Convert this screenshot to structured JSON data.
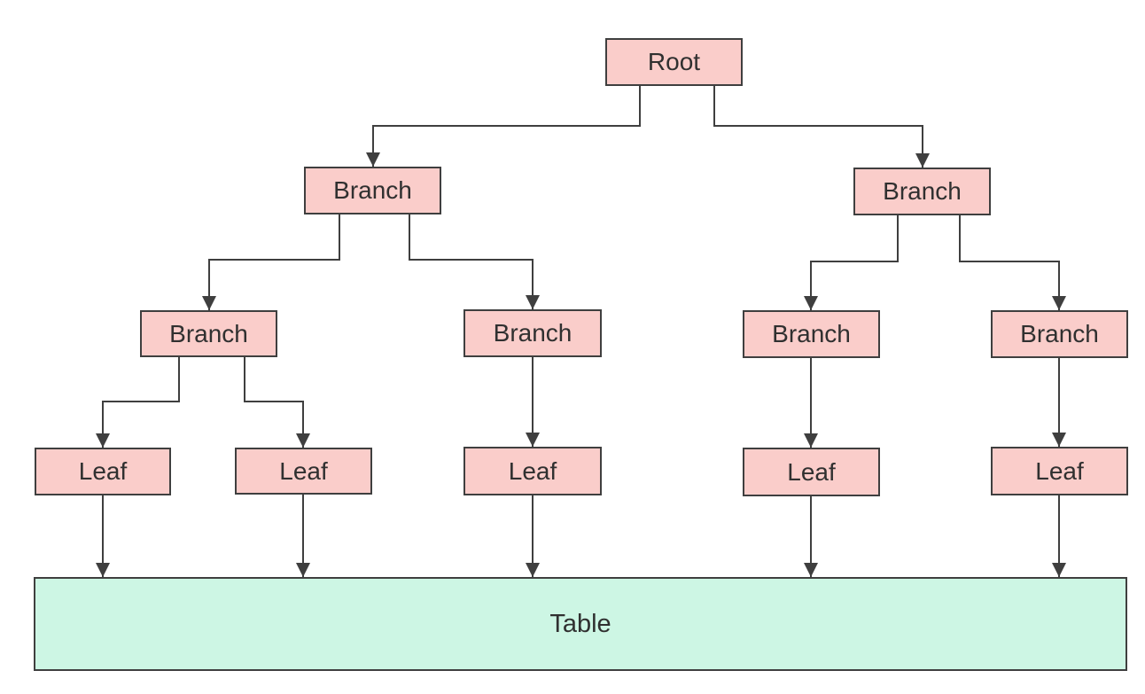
{
  "diagram": {
    "type": "tree-flowchart",
    "colors": {
      "node_fill": "#FACDCA",
      "node_border": "#3F3F3F",
      "table_fill": "#CDF6E4",
      "connector_line": "#3F3F3F",
      "text": "#303030",
      "background": "#FFFFFF"
    },
    "nodes": [
      {
        "id": "root",
        "label": "Root",
        "level": 0
      },
      {
        "id": "branch-left",
        "label": "Branch",
        "level": 1
      },
      {
        "id": "branch-right",
        "label": "Branch",
        "level": 1
      },
      {
        "id": "branch-left-1",
        "label": "Branch",
        "level": 2
      },
      {
        "id": "branch-left-2",
        "label": "Branch",
        "level": 2
      },
      {
        "id": "branch-right-1",
        "label": "Branch",
        "level": 2
      },
      {
        "id": "branch-right-2",
        "label": "Branch",
        "level": 2
      },
      {
        "id": "leaf-1",
        "label": "Leaf",
        "level": 3
      },
      {
        "id": "leaf-2",
        "label": "Leaf",
        "level": 3
      },
      {
        "id": "leaf-3",
        "label": "Leaf",
        "level": 3
      },
      {
        "id": "leaf-4",
        "label": "Leaf",
        "level": 3
      },
      {
        "id": "leaf-5",
        "label": "Leaf",
        "level": 3
      },
      {
        "id": "table",
        "label": "Table",
        "level": 4
      }
    ],
    "edges": [
      {
        "from": "root",
        "to": "branch-left"
      },
      {
        "from": "root",
        "to": "branch-right"
      },
      {
        "from": "branch-left",
        "to": "branch-left-1"
      },
      {
        "from": "branch-left",
        "to": "branch-left-2"
      },
      {
        "from": "branch-right",
        "to": "branch-right-1"
      },
      {
        "from": "branch-right",
        "to": "branch-right-2"
      },
      {
        "from": "branch-left-1",
        "to": "leaf-1"
      },
      {
        "from": "branch-left-1",
        "to": "leaf-2"
      },
      {
        "from": "branch-left-2",
        "to": "leaf-3"
      },
      {
        "from": "branch-right-1",
        "to": "leaf-4"
      },
      {
        "from": "branch-right-2",
        "to": "leaf-5"
      },
      {
        "from": "leaf-1",
        "to": "table"
      },
      {
        "from": "leaf-2",
        "to": "table"
      },
      {
        "from": "leaf-3",
        "to": "table"
      },
      {
        "from": "leaf-4",
        "to": "table"
      },
      {
        "from": "leaf-5",
        "to": "table"
      }
    ]
  }
}
